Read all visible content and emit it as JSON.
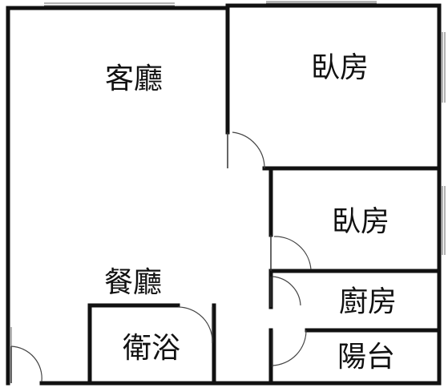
{
  "rooms": {
    "living_room": "客廳",
    "bedroom_1": "臥房",
    "bedroom_2": "臥房",
    "dining_room": "餐廳",
    "kitchen": "廚房",
    "bathroom": "衛浴",
    "balcony": "陽台"
  },
  "colors": {
    "wall": "#111111",
    "background": "#ffffff"
  }
}
